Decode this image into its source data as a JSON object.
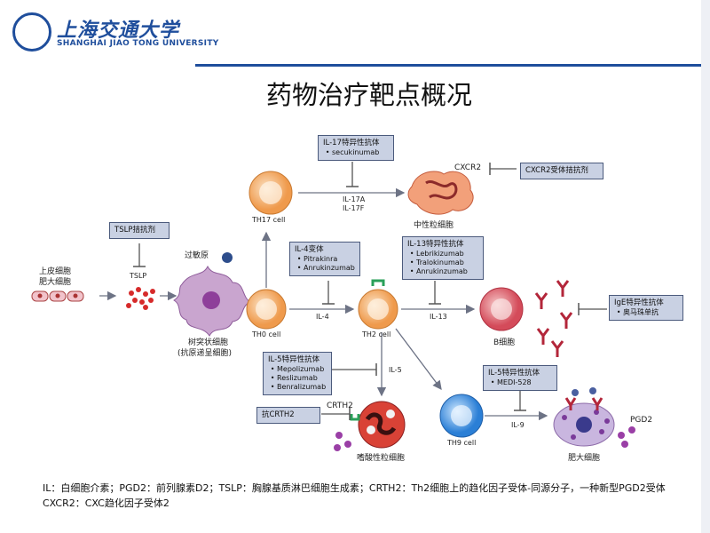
{
  "header": {
    "title": "药物治疗靶点概况",
    "logo_cn": "上海交通大学",
    "logo_en": "SHANGHAI JIAO TONG UNIVERSITY"
  },
  "boxes": {
    "il17": {
      "title": "IL-17特异性抗体",
      "items": [
        "secukinumab"
      ]
    },
    "cxcr2": {
      "title": "CXCR2受体拮抗剂",
      "items": []
    },
    "tslp": {
      "title": "TSLP拮抗剂",
      "items": []
    },
    "il4": {
      "title": "IL-4变体",
      "items": [
        "Pitrakinra",
        "Anrukinzumab"
      ]
    },
    "il13": {
      "title": "IL-13特异性抗体",
      "items": [
        "Lebrikizumab",
        "Tralokinumab",
        "Anrukinzumab"
      ]
    },
    "ige": {
      "title": "IgE特异性抗体",
      "items": [
        "奥马珠单抗"
      ]
    },
    "il5": {
      "title": "IL-5特异性抗体",
      "items": [
        "Mepolizumab",
        "Reslizumab",
        "Benralizumab"
      ]
    },
    "il5b": {
      "title": "IL-5特异性抗体",
      "items": [
        "MEDI-528"
      ]
    },
    "crth2": {
      "title": "抗CRTH2",
      "items": []
    }
  },
  "labels": {
    "epithelial": "上皮细胞",
    "mast_top": "肥大细胞",
    "tslp": "TSLP",
    "allergen": "过敏原",
    "dc1": "树突状细胞",
    "dc2": "(抗原递呈细胞)",
    "th0": "TH0 cell",
    "th17": "TH17 cell",
    "th2": "TH2 cell",
    "th9": "TH9 cell",
    "il17a": "IL-17A",
    "il17f": "IL-17F",
    "neutrophil": "中性粒细胞",
    "cxcr2": "CXCR2",
    "il4": "IL-4",
    "il13": "IL-13",
    "bcell": "B细胞",
    "il5": "IL-5",
    "il9": "IL-9",
    "crth2": "CRTH2",
    "eosinophil": "嗜酸性粒细胞",
    "mastcell": "肥大细胞",
    "pgd2": "PGD2"
  },
  "footer": {
    "line1": "IL：白细胞介素；PGD2：前列腺素D2；TSLP：胸腺基质淋巴细胞生成素；CRTH2：Th2细胞上的趋化因子受体-同源分子，一种新型PGD2受体",
    "line2": "CXCR2：CXC趋化因子受体2"
  },
  "colors": {
    "accent": "#1f4e9c",
    "box_fill": "#c9d1e3",
    "cell_orange": "#f2a65a",
    "cell_blue": "#3a8ee0",
    "eos": "#d8413a",
    "ige": "#b3263a"
  }
}
